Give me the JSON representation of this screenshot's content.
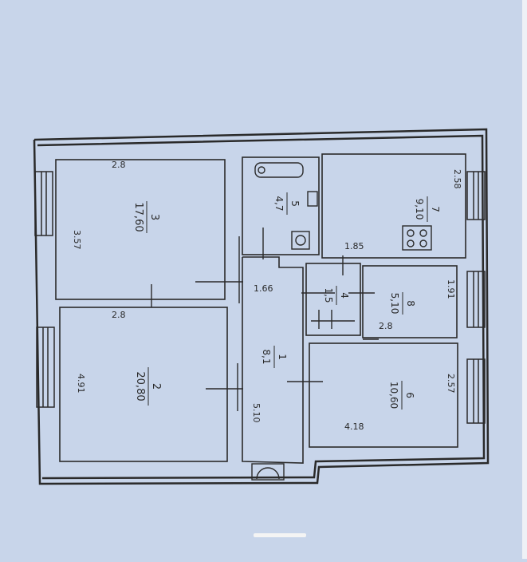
{
  "rooms": [
    {
      "number": "3",
      "area": "17,60"
    },
    {
      "number": "2",
      "area": "20,80"
    },
    {
      "number": "5",
      "area": "4,7"
    },
    {
      "number": "7",
      "area": "9,10"
    },
    {
      "number": "4",
      "area": "1,5"
    },
    {
      "number": "8",
      "area": "5,10"
    },
    {
      "number": "1",
      "area": "8,1"
    },
    {
      "number": "6",
      "area": "10,60"
    }
  ],
  "dimensions": [
    "3.57",
    "4.91",
    "5.10",
    "2.58",
    "1.85",
    "1.91",
    "2.57",
    "4.18",
    "1.66",
    "2.8",
    "2.8",
    "2.8"
  ],
  "colors": {
    "background": "#c8d5ea",
    "lines": "#2a2a2a"
  }
}
